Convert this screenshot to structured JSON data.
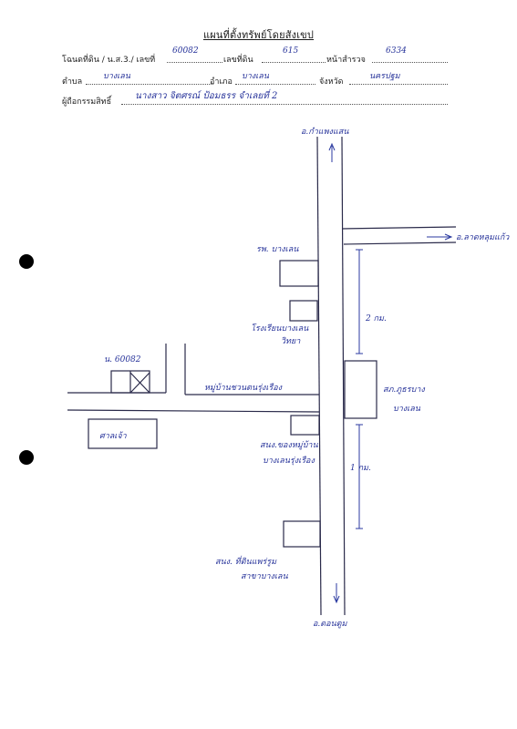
{
  "document": {
    "title": "แผนที่ตั้งทรัพย์โดยสังเขป"
  },
  "form": {
    "deed_label": "โฉนดที่ดิน / น.ส.3./ เลขที่",
    "deed_value": "60082",
    "land_no_label": "เลขที่ดิน",
    "land_no_value": "615",
    "survey_page_label": "หน้าสำรวจ",
    "survey_page_value": "6334",
    "subdistrict_label": "ตำบล",
    "subdistrict_value": "บางเลน",
    "district_label": "อำเภอ",
    "district_value": "บางเลน",
    "province_label": "จังหวัด",
    "province_value": "นครปฐม",
    "owner_label": "ผู้ถือกรรมสิทธิ์",
    "owner_value": "นางสาว จิตศรณ์ ป้อมธรร จำเลยที่ 2"
  },
  "map": {
    "north_road": "อ.กำแพงแสน",
    "south_road": "อ.ดอนตูม",
    "east_road": "อ.ลาดหลุมแก้ว",
    "hospital": "รพ. บางเลน",
    "school_line1": "โรงเรียนบางเลน",
    "school_line2": "วิทยา",
    "distance_north": "2 กม.",
    "distance_south": "1 กม.",
    "police_line1": "สภ.ภูธรบาง",
    "police_line2": "บางเลน",
    "parcel_label": "น. 60082",
    "village_road": "หมู่บ้านชวนตนรุ่งเรือง",
    "temple": "ศาลเจ้า",
    "shop_line1": "สนง.ของหมู่บ้าน",
    "shop_line2": "บางเลนรุ่งเรือง",
    "branch_line1": "สนง. ที่ดินแพร่รูม",
    "branch_line2": "สาขาบางเลน"
  }
}
